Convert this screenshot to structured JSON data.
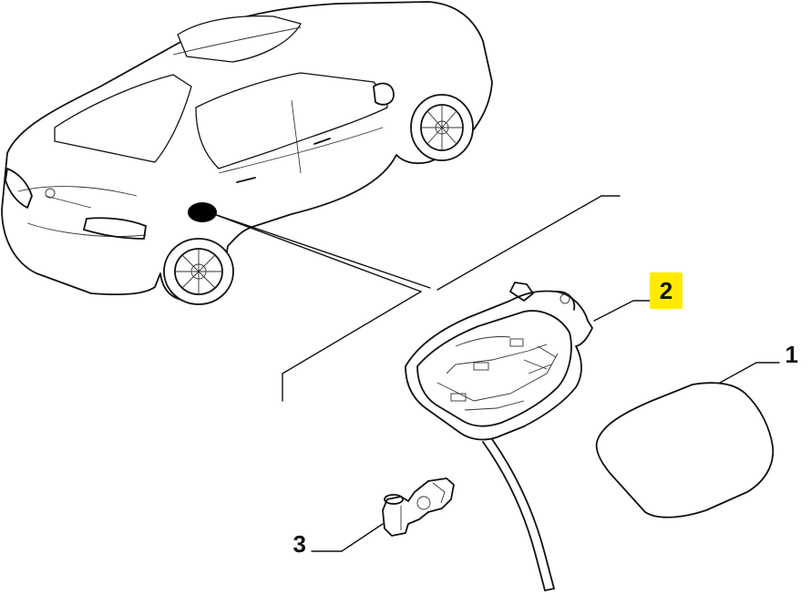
{
  "callouts": [
    {
      "label": "1",
      "part": "fuel-door-panel",
      "highlighted": false
    },
    {
      "label": "2",
      "part": "fuel-filler-housing",
      "highlighted": true
    },
    {
      "label": "3",
      "part": "door-hinge-actuator",
      "highlighted": false
    }
  ],
  "colors": {
    "highlight": "#ffea00",
    "line": "#111111",
    "background": "#ffffff",
    "fuel_door_marker": "#000000"
  }
}
